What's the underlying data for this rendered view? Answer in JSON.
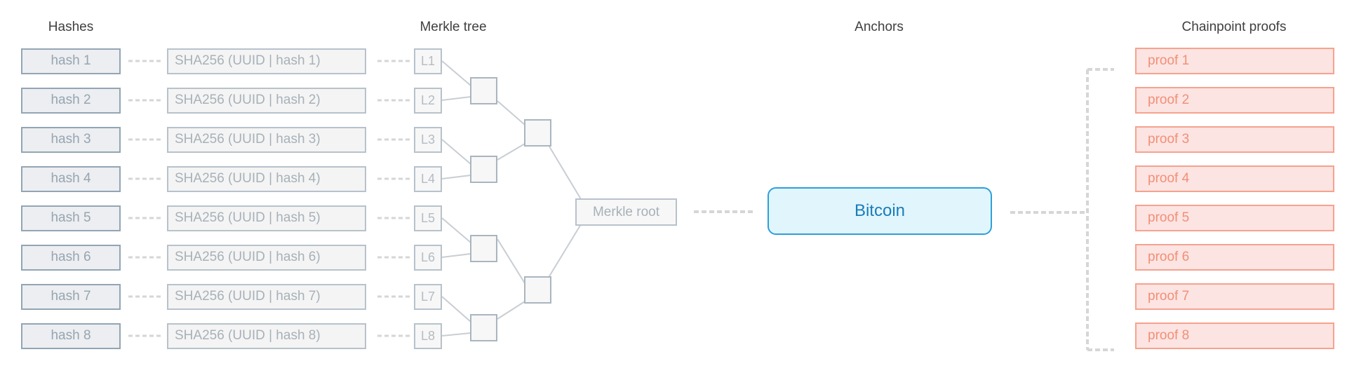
{
  "headers": {
    "hashes": "Hashes",
    "merkle_tree": "Merkle tree",
    "anchors": "Anchors",
    "proofs": "Chainpoint proofs"
  },
  "hashes": [
    "hash 1",
    "hash 2",
    "hash 3",
    "hash 4",
    "hash 5",
    "hash 6",
    "hash 7",
    "hash 8"
  ],
  "sha256": [
    "SHA256 (UUID | hash 1)",
    "SHA256 (UUID | hash 2)",
    "SHA256 (UUID | hash 3)",
    "SHA256 (UUID | hash 4)",
    "SHA256 (UUID | hash 5)",
    "SHA256 (UUID | hash 6)",
    "SHA256 (UUID | hash 7)",
    "SHA256 (UUID | hash 8)"
  ],
  "leaves": [
    "L1",
    "L2",
    "L3",
    "L4",
    "L5",
    "L6",
    "L7",
    "L8"
  ],
  "merkle_root": "Merkle root",
  "anchor": "Bitcoin",
  "proofs": [
    "proof 1",
    "proof 2",
    "proof 3",
    "proof 4",
    "proof 5",
    "proof 6",
    "proof 7",
    "proof 8"
  ],
  "colors": {
    "hash_fill": "#eceef1",
    "hash_border": "#93a5b4",
    "tree_border": "#b7c2cb",
    "anchor_fill": "#e1f5fd",
    "anchor_border": "#2d9fd8",
    "anchor_text": "#1a7cb8",
    "proof_fill": "#fce4e2",
    "proof_border": "#f6a28e",
    "proof_text": "#f28f76",
    "connector": "#d4d4d4"
  }
}
